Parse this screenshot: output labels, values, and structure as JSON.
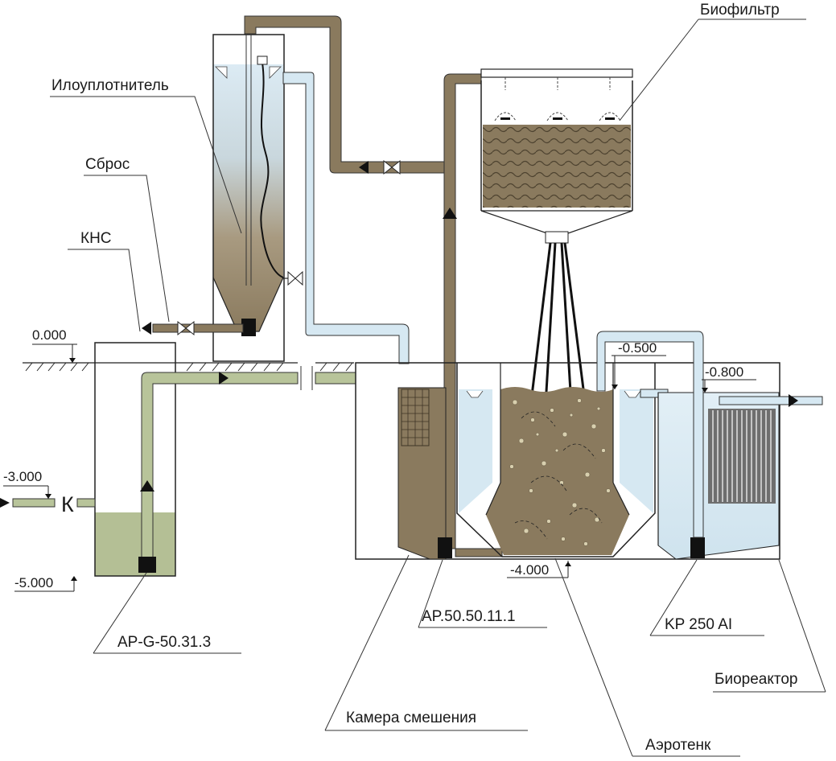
{
  "labels": {
    "biofilter": "Биофильтр",
    "thickener": "Илоуплотнитель",
    "discharge": "Сброс",
    "kns": "КНС",
    "inlet": "К",
    "pump_kns": "AP-G-50.31.3",
    "pump_mixing": "AP.50.50.11.1",
    "pump_bioreactor": "KP 250 AI",
    "mixing_chamber": "Камера смешения",
    "aerotank": "Аэротенк",
    "bioreactor": "Биореактор"
  },
  "levels": {
    "ground": "0.000",
    "inlet": "-3.000",
    "kns_bottom": "-5.000",
    "tank_bottom": "-4.000",
    "settler": "-0.500",
    "bioreactor_level": "-0.800"
  },
  "colors": {
    "sludge": "#8a7a5e",
    "sludge_dark": "#6e5f45",
    "water": "#d6e8f2",
    "green_pipe": "#b8c49a",
    "green_water": "#b4bf95",
    "outline": "#222222"
  }
}
